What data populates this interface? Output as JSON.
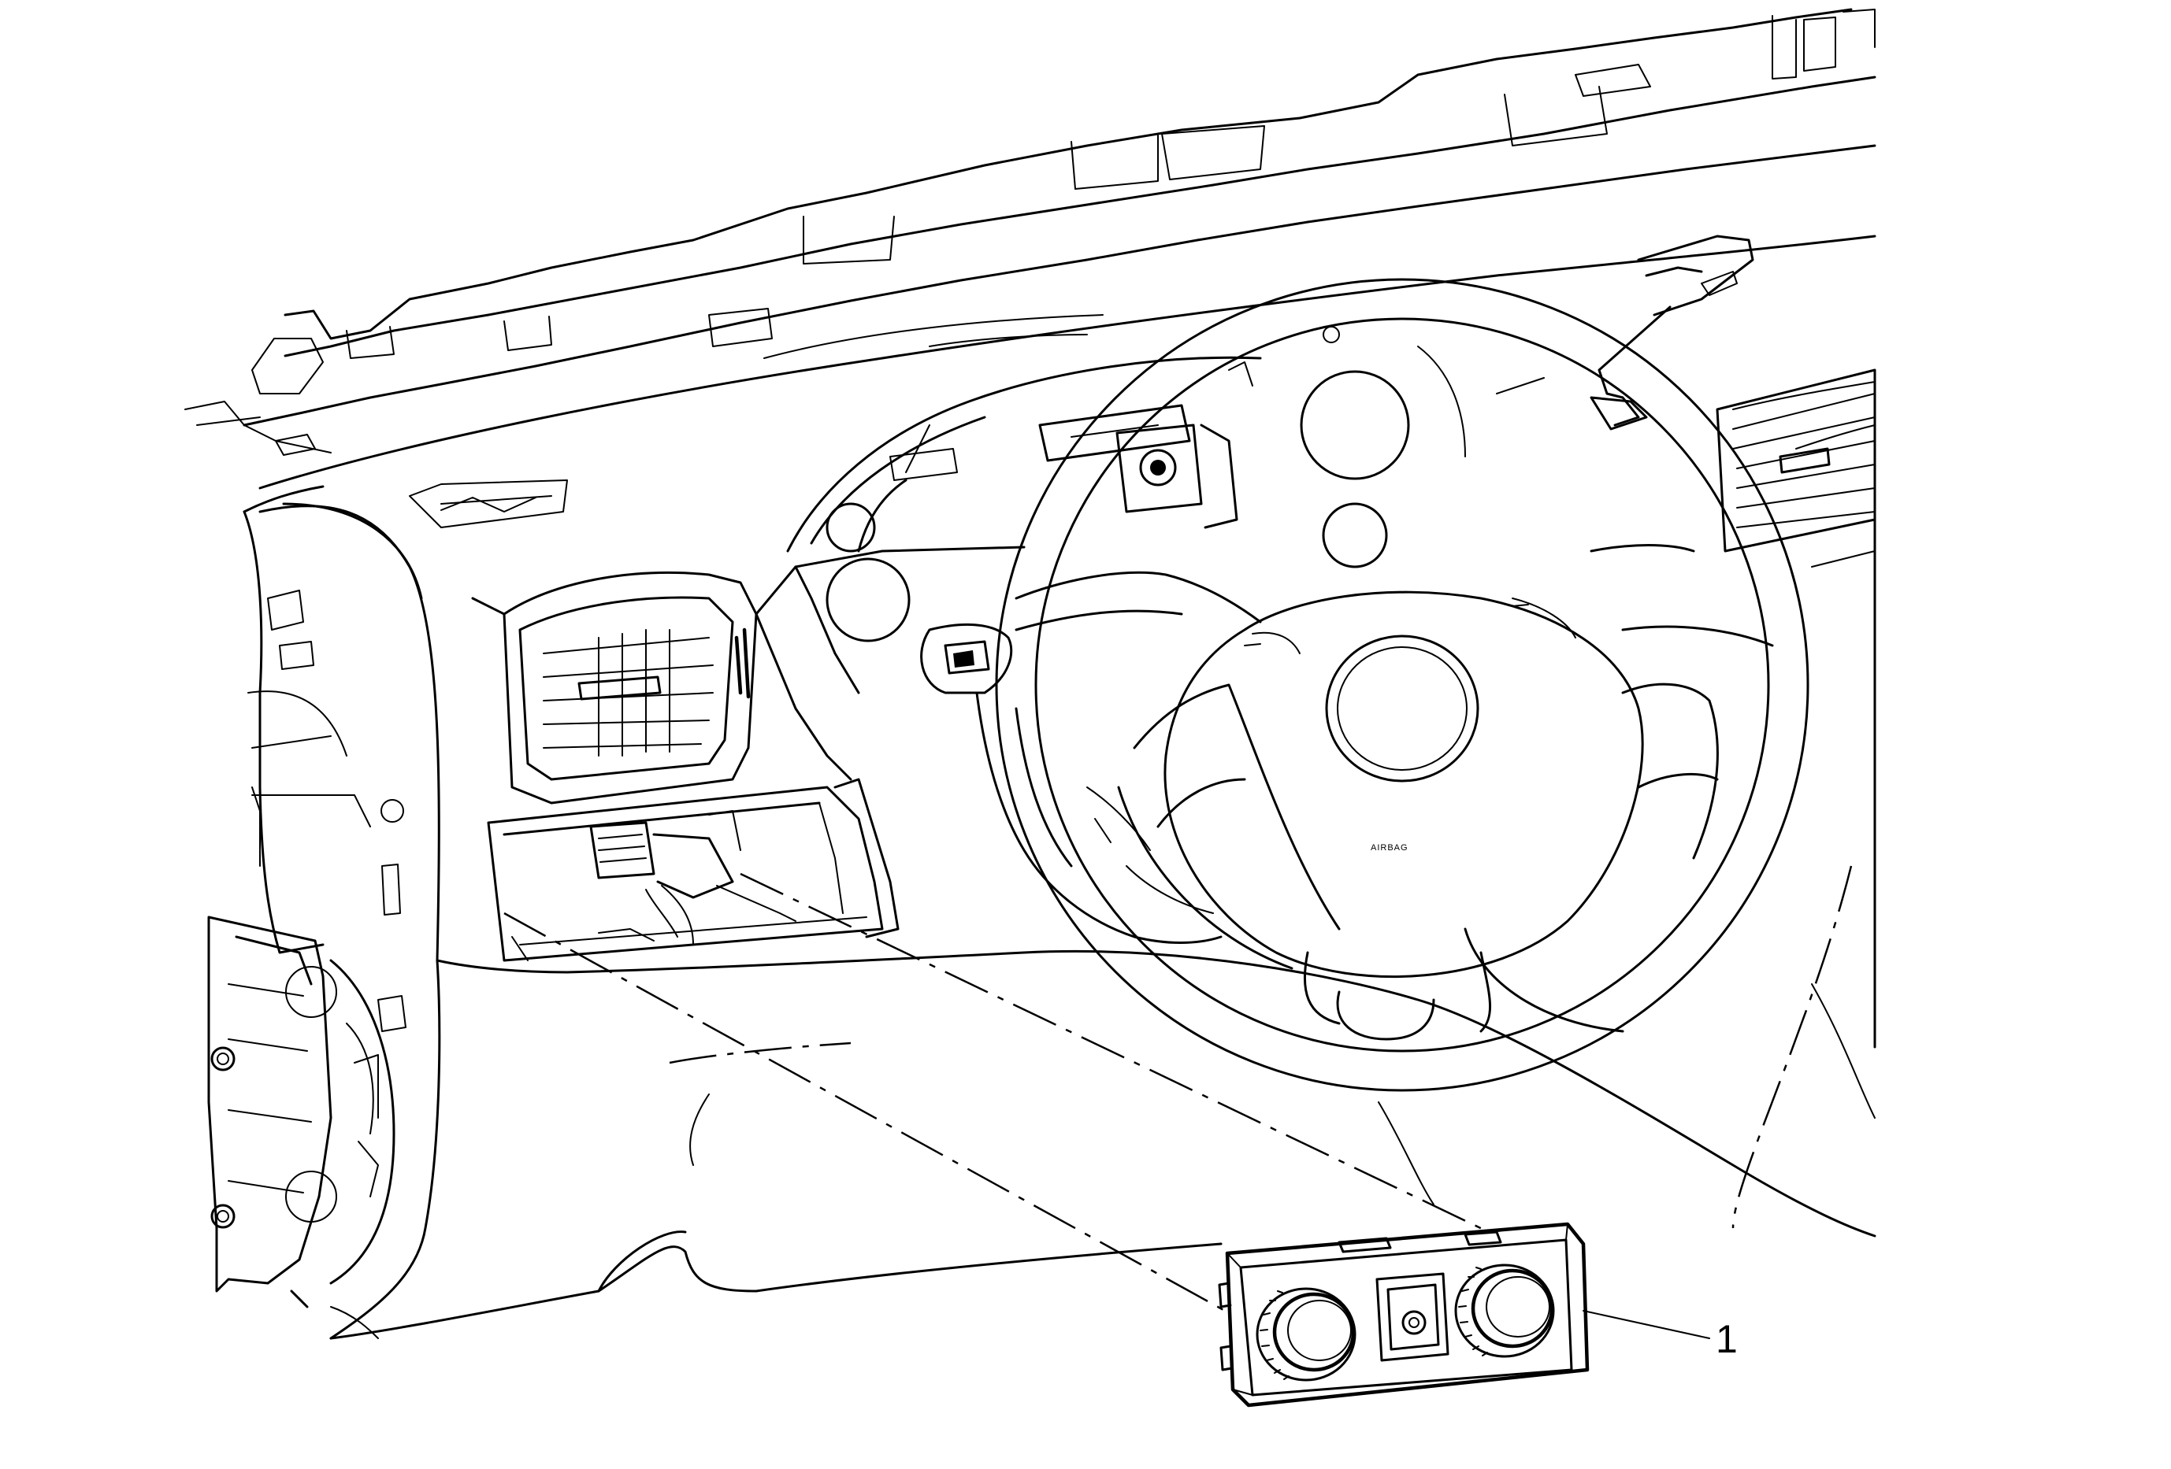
{
  "diagram": {
    "callouts": [
      {
        "id": "1",
        "label": "1"
      }
    ],
    "embossed_text": {
      "airbag": "AIRBAG"
    }
  }
}
